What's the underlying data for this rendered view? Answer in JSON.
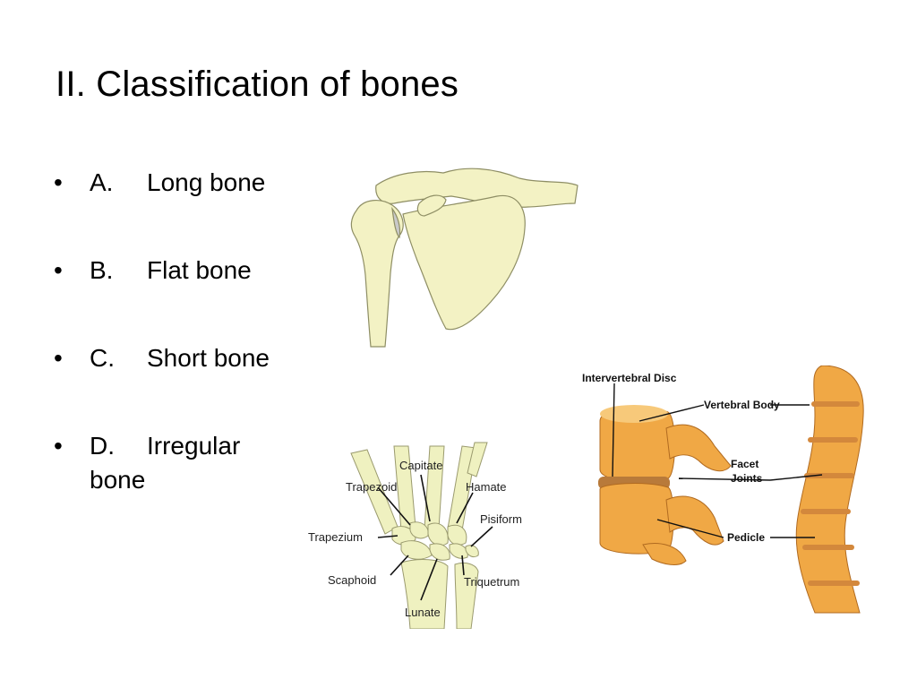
{
  "slide": {
    "title": "II.  Classification of bones",
    "bullets": [
      {
        "glyph": "•",
        "letter": "A.",
        "text": "Long bone"
      },
      {
        "glyph": "•",
        "letter": "B.",
        "text": "Flat bone"
      },
      {
        "glyph": "•",
        "letter": "C.",
        "text": "Short bone"
      },
      {
        "glyph": "•",
        "letter": "D.",
        "text": "Irregular bone"
      }
    ]
  },
  "figures": {
    "scapula": {
      "bone_color": "#F3F2C4",
      "outline_color": "#8E8E64"
    },
    "wrist": {
      "bone_color": "#EFF1C0",
      "labels": {
        "capitate": "Capitate",
        "trapezoid": "Trapezoid",
        "hamate": "Hamate",
        "pisiform": "Pisiform",
        "trapezium": "Trapezium",
        "scaphoid": "Scaphoid",
        "triquetrum": "Triquetrum",
        "lunate": "Lunate"
      }
    },
    "spine": {
      "bone_color": "#F0A845",
      "labels": {
        "intervertebral_disc": "Intervertebral Disc",
        "vertebral_body": "Vertebral Body",
        "facet_joints_1": "Facet",
        "facet_joints_2": "Joints",
        "pedicle": "Pedicle"
      }
    }
  }
}
